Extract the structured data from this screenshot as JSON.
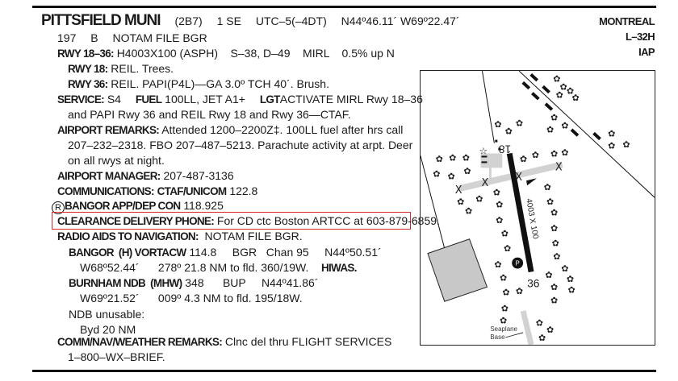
{
  "header": {
    "name": "PITTSFIELD MUNI",
    "id": "(2B7)",
    "location": "1 SE",
    "utc": "UTC–5(–4DT)",
    "lat": "N44º46.11´",
    "lon": "W69º22.47´",
    "elevation": "197",
    "beacon": "B",
    "notam": "NOTAM FILE BGR"
  },
  "corner": {
    "center": "MONTREAL",
    "chart": "L–32H",
    "iap": "IAP"
  },
  "runway": {
    "label": "RWY 18–36:",
    "value": "H4003X100 (ASPH)    S–38, D–49    MIRL    0.5% up N",
    "rwy18_label": "RWY 18:",
    "rwy18": "REIL. Trees.",
    "rwy36_label": "RWY 36:",
    "rwy36": "REIL. PAPI(P4L)—GA 3.0º TCH 40´. Brush."
  },
  "service": {
    "label": "SERVICE:",
    "s": "S4",
    "fuel_label": "FUEL",
    "fuel": "100LL, JET A1+",
    "lgt_label": "LGT",
    "lgt": "ACTIVATE MIRL Rwy 18–36",
    "lgt2": "and PAPI Rwy 36 and REIL Rwy 18 and Rwy 36—CTAF."
  },
  "remarks": {
    "label": "AIRPORT REMARKS:",
    "l1": "Attended 1200–2200Z‡. 100LL fuel after hrs call",
    "l2": "207–232–2318. FBO 207–487–5213. Parachute activity at arpt. Deer",
    "l3": "on all rwys at night."
  },
  "manager": {
    "label": "AIRPORT MANAGER:",
    "value": "207-487-3136"
  },
  "comms": {
    "label": "COMMUNICATIONS:",
    "ctaf_label": "CTAF/UNICOM",
    "ctaf": "122.8",
    "r_symbol": "R",
    "app_label": "BANGOR APP/DEP CON",
    "app": "118.925"
  },
  "clearance": {
    "label": "CLEARANCE DELIVERY PHONE:",
    "value": "For CD ctc Boston ARTCC at 603-879-6859.",
    "highlight_color": "#d9262b"
  },
  "navaids": {
    "label": "RADIO AIDS TO NAVIGATION:",
    "value": "NOTAM FILE BGR.",
    "bgr_label": "BANGOR  (H) VORTACW",
    "bgr1": "114.8     BGR   Chan 95     N44º50.51´",
    "bgr2": "W68º52.44´      278º 21.8 NM to fld. 360/19W.",
    "hiwas": "HIWAS.",
    "bup_label": "BURNHAM NDB  (MHW)",
    "bup1": "348      BUP     N44º41.86´",
    "bup2": "W69º21.52´      009º 4.3 NM to fld. 195/18W.",
    "ndb1": "NDB unusable:",
    "ndb2": "Byd 20 NM"
  },
  "cnw": {
    "label": "COMM/NAV/WEATHER REMARKS:",
    "l1": "Clnc del thru FLIGHT SERVICES",
    "l2": "1–800–WX–BRIEF."
  },
  "diagram": {
    "rwy_end_north": "18",
    "rwy_end_south": "36",
    "rwy_dims": "4003 X 100",
    "seaplane1": "Seaplane",
    "seaplane2": "Base",
    "parking": "P"
  }
}
